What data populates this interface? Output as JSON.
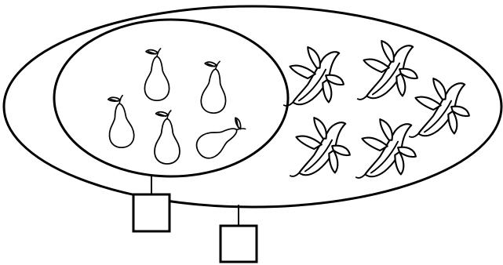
{
  "diagram": {
    "outer_set": {
      "shape": "ellipse"
    },
    "inner_set": {
      "shape": "ellipse",
      "contents": "pear-icon"
    },
    "pears": {
      "count": 5,
      "icon": "pear-icon"
    },
    "bananas": {
      "count": 5,
      "icon": "banana-icon"
    },
    "answer_boxes": [
      {
        "value": ""
      },
      {
        "value": ""
      }
    ],
    "colors": {
      "stroke": "#000000",
      "background": "#ffffff"
    }
  }
}
